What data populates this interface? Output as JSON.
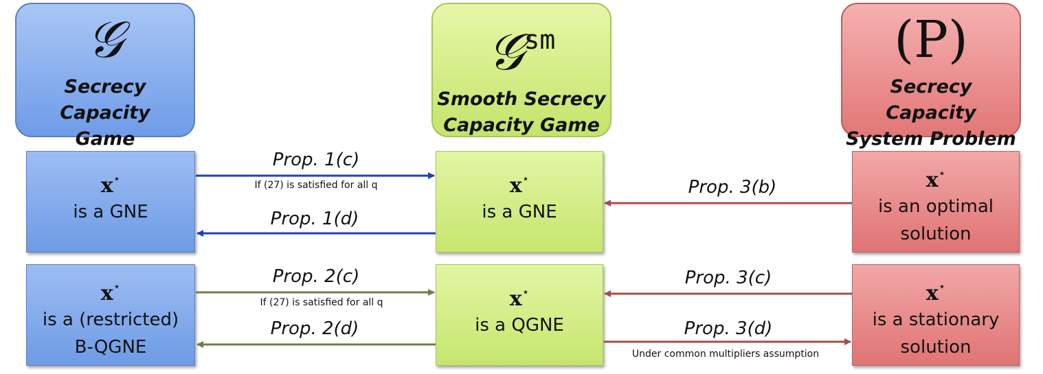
{
  "columns": {
    "left": {
      "symbol": "𝒢",
      "symbol_sup": "",
      "title_line1": "Secrecy Capacity",
      "title_line2": "Game"
    },
    "middle": {
      "symbol": "𝒢",
      "symbol_sup": "sm",
      "title_line1": "Smooth Secrecy",
      "title_line2": "Capacity Game"
    },
    "right": {
      "symbol": "(P)",
      "symbol_sup": "",
      "title_line1": "Secrecy Capacity",
      "title_line2": "System Problem"
    }
  },
  "boxes": {
    "left_top": {
      "x": "x",
      "star": "⋆",
      "line1": "is a GNE",
      "line2": ""
    },
    "middle_top": {
      "x": "x",
      "star": "⋆",
      "line1": "is a GNE",
      "line2": ""
    },
    "right_top": {
      "x": "x",
      "star": "⋆",
      "line1": "is an optimal",
      "line2": "solution"
    },
    "left_bottom": {
      "x": "x",
      "star": "⋆",
      "line1": "is a (restricted)",
      "line2": "B-QGNE"
    },
    "middle_bottom": {
      "x": "x",
      "star": "⋆",
      "line1": "is a QGNE",
      "line2": ""
    },
    "right_bottom": {
      "x": "x",
      "star": "⋆",
      "line1": "is a stationary",
      "line2": "solution"
    }
  },
  "arrows": {
    "p1c": {
      "label": "Prop. 1(c)",
      "condition": "If (27) is satisfied for all q"
    },
    "p1d": {
      "label": "Prop. 1(d)"
    },
    "p3b": {
      "label": "Prop. 3(b)"
    },
    "p2c": {
      "label": "Prop. 2(c)",
      "condition": "If (27) is satisfied for all q"
    },
    "p2d": {
      "label": "Prop. 2(d)"
    },
    "p3c": {
      "label": "Prop. 3(c)"
    },
    "p3d": {
      "label": "Prop. 3(d)",
      "condition": "Under common multipliers assumption"
    }
  },
  "colors": {
    "blue_arrow": "#1f3fb5",
    "green_arrow": "#6b8040",
    "red_arrow": "#a24e4e"
  }
}
